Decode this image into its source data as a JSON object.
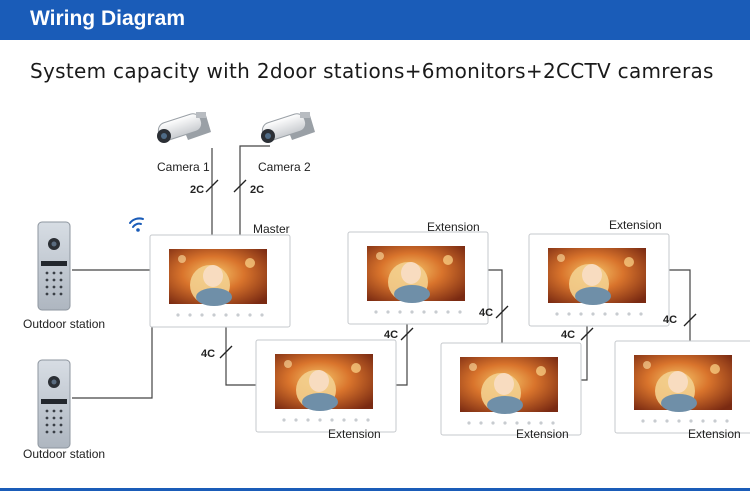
{
  "header": {
    "title": "Wiring Diagram"
  },
  "subtitle": "System capacity with 2door stations+6monitors+2CCTV camreras",
  "cameras": [
    {
      "label": "Camera 1"
    },
    {
      "label": "Camera 2"
    }
  ],
  "wires": {
    "camera_wire": "2C",
    "monitor_wire": "4C"
  },
  "stations": [
    {
      "label": "Outdoor station"
    },
    {
      "label": "Outdoor station"
    }
  ],
  "monitors": {
    "master": "Master",
    "extension": "Extension"
  },
  "colors": {
    "header": "#1a5cb8",
    "wire": "#444444",
    "bezel": "#ffffff"
  }
}
